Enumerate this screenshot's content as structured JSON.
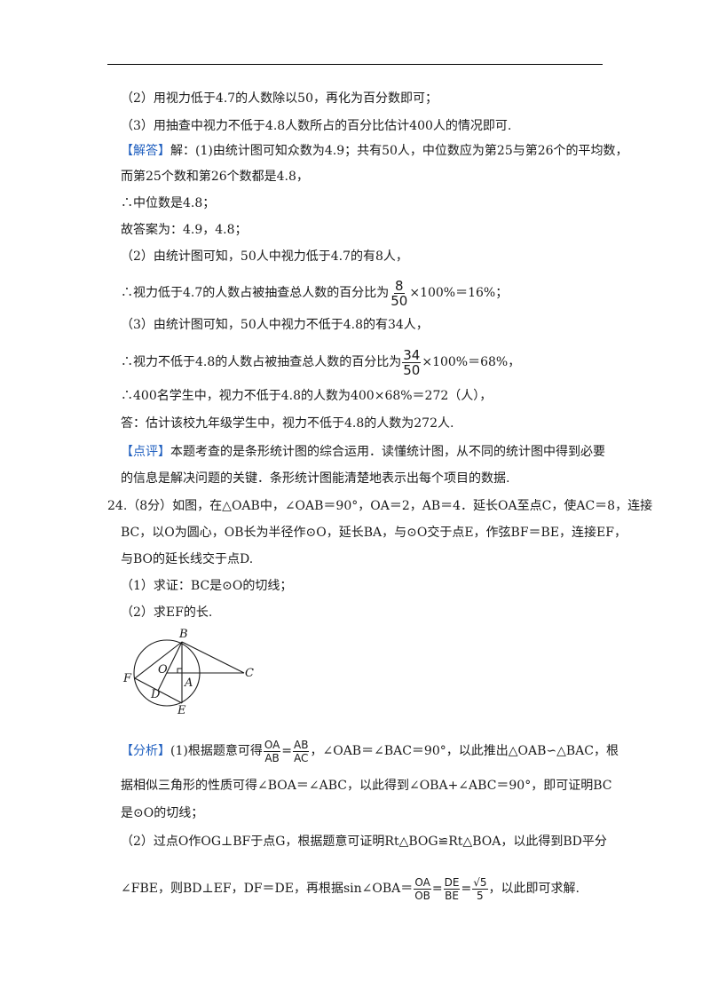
{
  "lines": {
    "l1": "（2）用视力低于4.7的人数除以50，再化为百分数即可；",
    "l2": "（3）用抽查中视力不低于4.8人数所占的百分比估计400人的情况即可.",
    "l3_tag": "【解答】",
    "l3_text": "解：(1)由统计图可知众数为4.9；共有50人，中位数应为第25与第26个的平均数，",
    "l4": "而第25个数和第26个数都是4.8，",
    "l5": "∴中位数是4.8；",
    "l6": "故答案为：4.9，4.8；",
    "l7": "（2）由统计图可知，50人中视力低于4.7的有8人，",
    "l8_pre": "∴视力低于4.7的人数占被抽查总人数的百分比为",
    "l8_num": "8",
    "l8_den": "50",
    "l8_post": "×100%＝16%；",
    "l9": "（3）由统计图可知，50人中视力不低于4.8的有34人，",
    "l10_pre": "∴视力不低于4.8的人数占被抽查总人数的百分比为",
    "l10_num": "34",
    "l10_den": "50",
    "l10_post": "×100%＝68%，",
    "l11": "∴400名学生中，视力不低于4.8的人数为400×68%＝272（人），",
    "l12": "答：估计该校九年级学生中，视力不低于4.8的人数为272人.",
    "l13_tag": "【点评】",
    "l13_text": "本题考查的是条形统计图的综合运用．读懂统计图，从不同的统计图中得到必要",
    "l14": "的信息是解决问题的关键．条形统计图能清楚地表示出每个项目的数据.",
    "l15": "24.（8分）如图，在△OAB中，∠OAB＝90°，OA＝2，AB＝4．延长OA至点C，使AC＝8，连接",
    "l16": "BC，以O为圆心，OB长为半径作⊙O，延长BA，与⊙O交于点E，作弦BF＝BE，连接EF，",
    "l17": "与BO的延长线交于点D.",
    "l18": "（1）求证：BC是⊙O的切线；",
    "l19": "（2）求EF的长.",
    "l20_tag": "【分析】",
    "l20_pre": "(1)根据题意可得",
    "l20_f1n": "OA",
    "l20_f1d": "AB",
    "l20_eq": "=",
    "l20_f2n": "AB",
    "l20_f2d": "AC",
    "l20_post": "，∠OAB＝∠BAC＝90°，以此推出△OAB∽△BAC，根",
    "l21": "据相似三角形的性质可得∠BOA＝∠ABC，以此得到∠OBA+∠ABC＝90°，即可证明BC",
    "l22": "是⊙O的切线；",
    "l23": "（2）过点O作OG⊥BF于点G，根据题意可证明Rt△BOG≌Rt△BOA，以此得到BD平分",
    "l24_pre": "∠FBE，则BD⊥EF，DF＝DE，再根据sin∠OBA＝",
    "l24_f1n": "OA",
    "l24_f1d": "OB",
    "l24_eq1": "=",
    "l24_f2n": "DE",
    "l24_f2d": "BE",
    "l24_eq2": "=",
    "l24_sqrt_sym": "√",
    "l24_sqrt_rad": "5",
    "l24_f3d": "5",
    "l24_post": "，以此即可求解."
  },
  "figure_labels": {
    "B": "B",
    "O": "O",
    "A": "A",
    "C": "C",
    "F": "F",
    "D": "D",
    "E": "E"
  },
  "colors": {
    "tag": "#1f5fbf",
    "text": "#1a1a1a"
  }
}
